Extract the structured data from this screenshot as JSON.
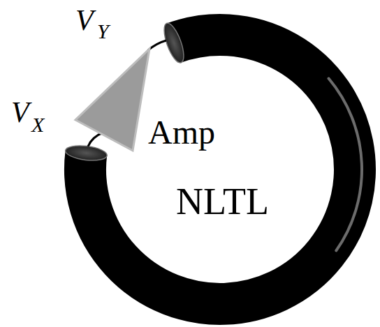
{
  "diagram": {
    "labels": [
      "V",
      "Y",
      "V",
      "X",
      "Amp",
      "NLTL"
    ]
  }
}
